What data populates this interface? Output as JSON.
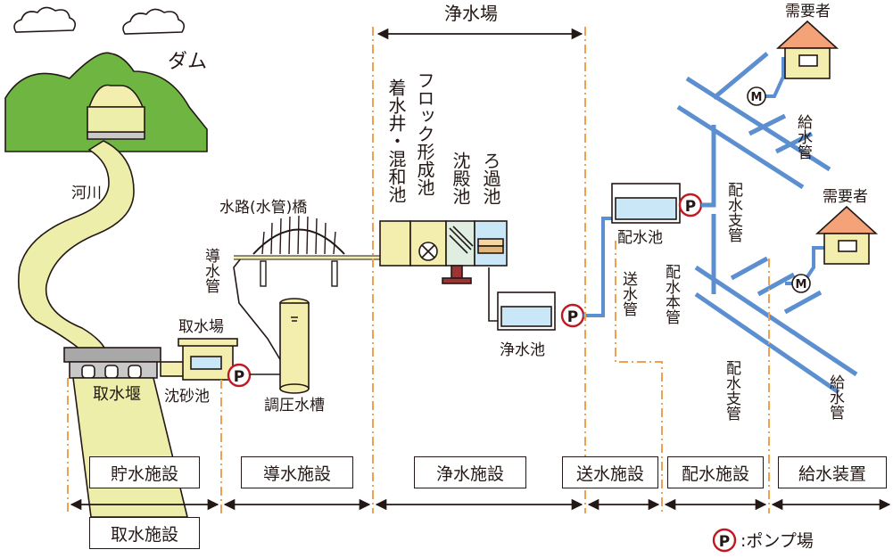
{
  "labels": {
    "dam": "ダム",
    "river": "河川",
    "intake_weir": "取水堰",
    "sand_basin": "沈砂池",
    "intake_station": "取水場",
    "conveyance_pipe": "導水管",
    "aqueduct_bridge": "水路(水管)橋",
    "surge_tank": "調圧水槽",
    "purification_plant": "浄水場",
    "receiving_well": "着水井・混和池",
    "floc_basin": "フロック形成池",
    "sedimentation_basin": "沈殿池",
    "filter_basin": "ろ過池",
    "clear_water_reservoir": "浄水池",
    "transmission_pipe": "送水管",
    "distribution_reservoir": "配水池",
    "distribution_main": "配水本管",
    "distribution_branch_upper": "配水支管",
    "distribution_branch_lower": "配水支管",
    "service_pipe_upper": "給水管",
    "service_pipe_lower": "給水管",
    "consumer_upper": "需要者",
    "consumer_lower": "需要者",
    "meter": "M"
  },
  "stages": {
    "storage": "貯水施設",
    "conveyance": "導水施設",
    "purification": "浄水施設",
    "transmission": "送水施設",
    "distribution": "配水施設",
    "service": "給水装置",
    "intake": "取水施設"
  },
  "legend": {
    "symbol": "P",
    "text": ":ポンプ場"
  },
  "colors": {
    "mountain": "#6fb541",
    "river": "#eceeaa",
    "facility_yellow": "#f3eeae",
    "water": "#c9e7f6",
    "pipe_blue": "#5b8fcf",
    "pump_red": "#c01920",
    "house": "#f4a278",
    "boundary_orange": "#f0a050",
    "stand": "#9b3435"
  },
  "icons": [
    "cloud-icon",
    "pump-icon",
    "meter-icon",
    "house-icon",
    "water-level-icon",
    "mixer-icon"
  ]
}
